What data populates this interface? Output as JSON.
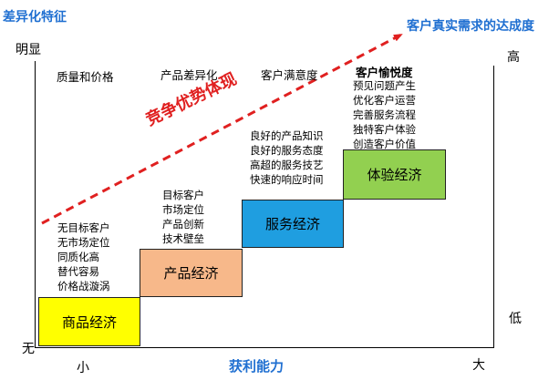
{
  "title_left": "差异化特征",
  "title_right": "客户真实需求的达成度",
  "axis": {
    "y_top": "明显",
    "y_bottom": "无",
    "x_left": "小",
    "x_right": "大",
    "x_label": "获利能力",
    "right_top": "高",
    "right_bottom": "低"
  },
  "headers": [
    "质量和价格",
    "产品差异化",
    "客户满意度",
    "客户愉悦度"
  ],
  "arrow_label": "竞争优势体现",
  "stages": [
    {
      "name": "商品经济",
      "color": "#ffff00",
      "features": [
        "无目标客户",
        "无市场定位",
        "同质化高",
        "替代容易",
        "价格战漩涡"
      ]
    },
    {
      "name": "产品经济",
      "color": "#f7b88a",
      "features": [
        "目标客户",
        "市场定位",
        "产品创新",
        "技术壁垒"
      ]
    },
    {
      "name": "服务经济",
      "color": "#1f9ee0",
      "features": [
        "良好的产品知识",
        "良好的服务态度",
        "高超的服务技艺",
        "快速的响应时间"
      ]
    },
    {
      "name": "体验经济",
      "color": "#92d050",
      "features": [
        "预见问题产生",
        "优化客户运营",
        "完善服务流程",
        "独特客户体验",
        "创造客户价值"
      ]
    }
  ],
  "colors": {
    "accent_blue": "#1f6fd1",
    "arrow_red": "#e02020"
  }
}
